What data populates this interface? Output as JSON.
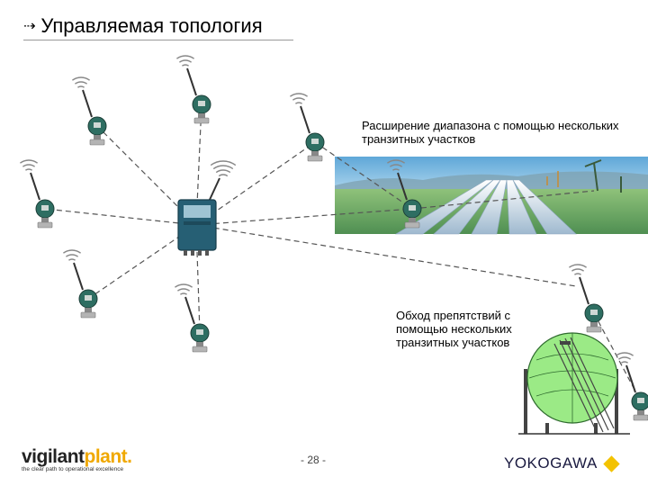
{
  "slide": {
    "title": "Управляемая топология",
    "title_icon": "arrow-right-icon",
    "caption_range": "Расширение диапазона с помощью нескольких транзитных участков",
    "caption_obstacle": "Обход препятствий с помощью нескольких транзитных участков",
    "page_number": "- 28 -"
  },
  "footer": {
    "brand_part1": "vigilant",
    "brand_part2": "plant.",
    "tagline": "the clear path to operational excellence",
    "company": "YOKOGAWA"
  },
  "colors": {
    "device": "#2e6e62",
    "gateway": "#265f74",
    "brand_accent": "#f0a800",
    "sphere": "#9bea86"
  }
}
